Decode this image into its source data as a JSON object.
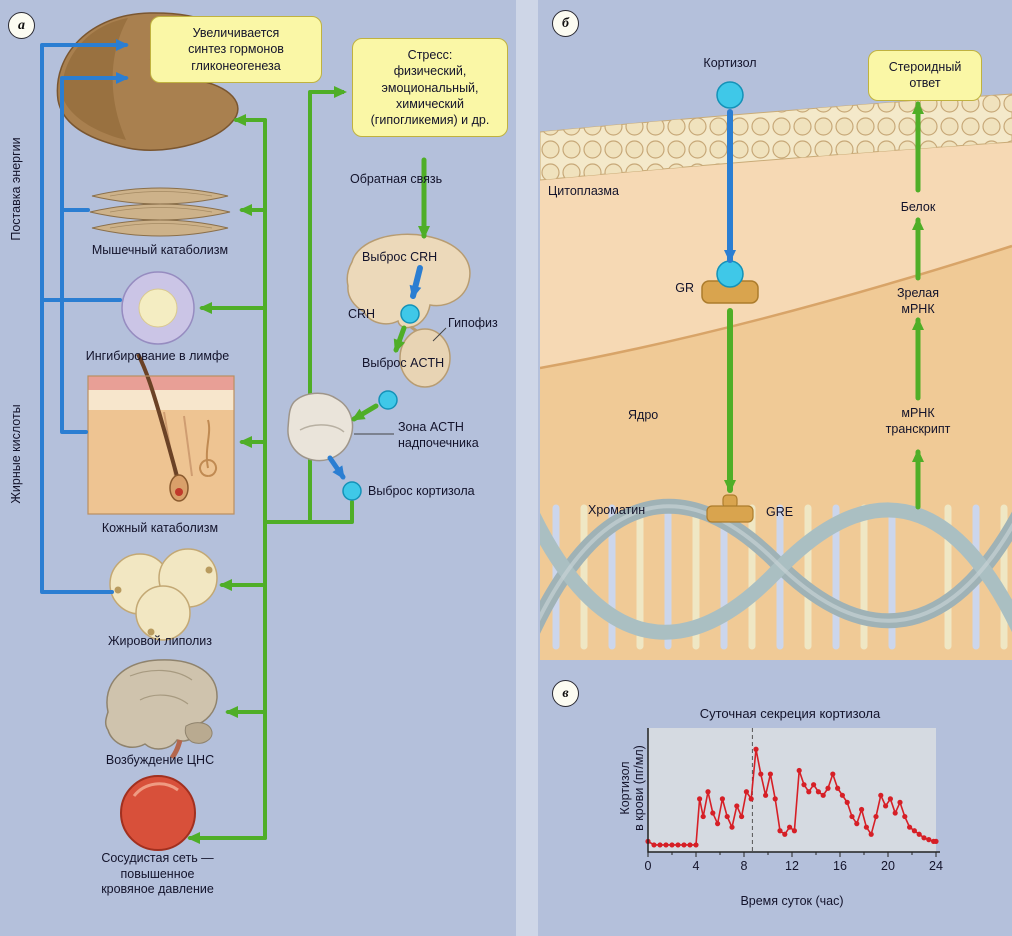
{
  "panel_a": {
    "badge": "а",
    "liver_box": "Увеличивается\nсинтез гормонов\nгликонеогенеза",
    "energy_label": "Поставка энергии",
    "fatty_label": "Жирные кислоты",
    "muscle_label": "Мышечный катаболизм",
    "lymph_label": "Ингибирование в лимфе",
    "skin_label": "Кожный катаболизм",
    "fat_label": "Жировой липолиз",
    "cns_label": "Возбуждение ЦНС",
    "vessel_label": "Сосудистая сеть —\nповышенное\nкровяное давление",
    "stress_box": "Стресс:\nфизический,\nэмоциональный,\nхимический\n(гипогликемия) и др.",
    "feedback_label": "Обратная связь",
    "crh_release_label": "Выброс CRH",
    "crh_label": "CRH",
    "pituitary_label": "Гипофиз",
    "acth_release_label": "Выброс ACTH",
    "adrenal_label": "Зона ACTH\nнадпочечника",
    "cortisol_release_label": "Выброс кортизола"
  },
  "panel_b": {
    "badge": "б",
    "cortisol_label": "Кортизол",
    "steroid_box": "Стероидный\nответ",
    "cytoplasm_label": "Цитоплазма",
    "gr_label": "GR",
    "nucleus_label": "Ядро",
    "chromatin_label": "Хроматин",
    "gre_label": "GRE",
    "protein_label": "Белок",
    "mature_mrna_label": "Зрелая\nмРНК",
    "mrna_transcript_label": "мРНК\nтранскрипт"
  },
  "panel_c": {
    "badge": "в",
    "title": "Суточная секреция кортизола",
    "ylabel": "Кортизол\nв крови (пг/мл)",
    "xlabel": "Время суток (час)"
  },
  "chart_data": {
    "type": "line",
    "title": "Суточная секреция кортизола",
    "xlabel": "Время суток (час)",
    "ylabel": "Кортизол в крови (пг/мл)",
    "xlim": [
      0,
      24
    ],
    "ylim": [
      0,
      70
    ],
    "xticks": [
      0,
      4,
      8,
      12,
      16,
      20,
      24
    ],
    "minor_tick_step": 2,
    "dashed_x": 8.7,
    "line_color": "#d61f26",
    "grid": false,
    "x": [
      0,
      0.5,
      1,
      1.5,
      2,
      2.5,
      3,
      3.5,
      4,
      4.3,
      4.6,
      5,
      5.4,
      5.8,
      6.2,
      6.6,
      7,
      7.4,
      7.8,
      8.2,
      8.6,
      9,
      9.4,
      9.8,
      10.2,
      10.6,
      11,
      11.4,
      11.8,
      12.2,
      12.6,
      13,
      13.4,
      13.8,
      14.2,
      14.6,
      15,
      15.4,
      15.8,
      16.2,
      16.6,
      17,
      17.4,
      17.8,
      18.2,
      18.6,
      19,
      19.4,
      19.8,
      20.2,
      20.6,
      21,
      21.4,
      21.8,
      22.2,
      22.6,
      23,
      23.4,
      23.8,
      24
    ],
    "y": [
      6,
      4,
      4,
      4,
      4,
      4,
      4,
      4,
      4,
      30,
      20,
      34,
      22,
      16,
      30,
      20,
      14,
      26,
      20,
      34,
      30,
      58,
      44,
      32,
      44,
      30,
      12,
      10,
      14,
      12,
      46,
      38,
      34,
      38,
      34,
      32,
      36,
      44,
      36,
      32,
      28,
      20,
      16,
      24,
      14,
      10,
      20,
      32,
      26,
      30,
      22,
      28,
      20,
      14,
      12,
      10,
      8,
      7,
      6,
      6
    ]
  },
  "colors": {
    "page_bg": "#b4c0db",
    "green_arrow": "#4fae27",
    "blue_arrow": "#2b7ed2",
    "cyan_hormone": "#3fc8e8",
    "yellow_box": "#faf7a6",
    "receptor_tan": "#d9a44e",
    "chart_line": "#d61f26"
  }
}
